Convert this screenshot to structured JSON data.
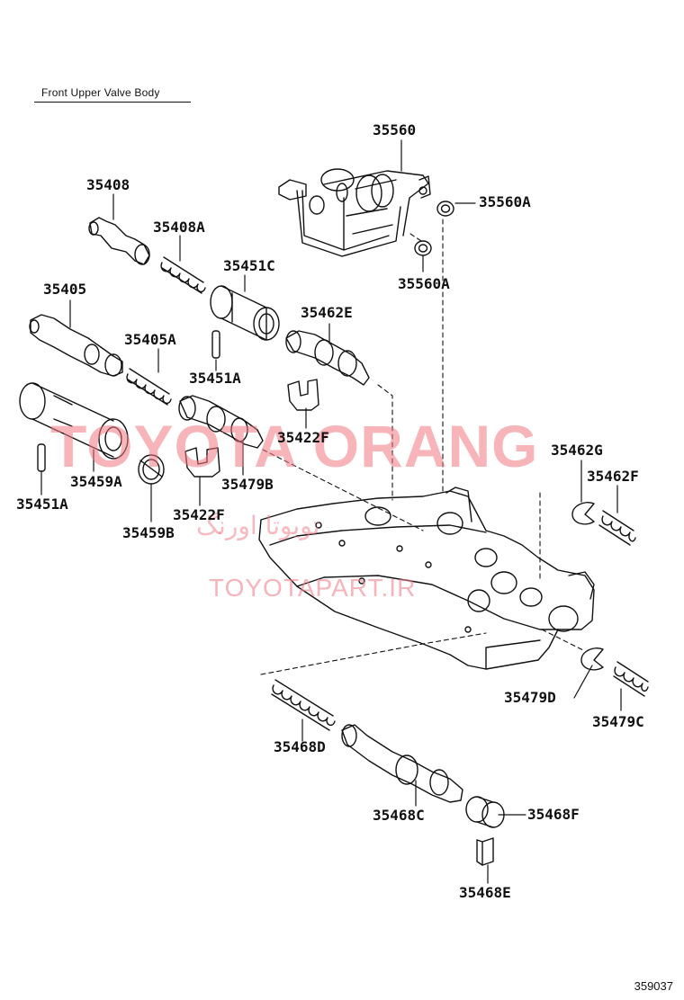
{
  "title": "Front Upper Valve Body",
  "diagram_code": "359037",
  "watermark": {
    "main": "TOYOTA ORANG",
    "arabic": "تویوتا اورنگ",
    "site": "TOYOTAPART.IR"
  },
  "labels": {
    "p35560": "35560",
    "p35560A_1": "35560A",
    "p35560A_2": "35560A",
    "p35408": "35408",
    "p35408A": "35408A",
    "p35451C": "35451C",
    "p35405": "35405",
    "p35405A": "35405A",
    "p35462E": "35462E",
    "p35451A_1": "35451A",
    "p35422F_1": "35422F",
    "p35459A": "35459A",
    "p35479B": "35479B",
    "p35451A_2": "35451A",
    "p35422F_2": "35422F",
    "p35459B": "35459B",
    "p35462G": "35462G",
    "p35462F": "35462F",
    "p35479D": "35479D",
    "p35479C": "35479C",
    "p35468D": "35468D",
    "p35468C": "35468C",
    "p35468F": "35468F",
    "p35468E": "35468E"
  }
}
